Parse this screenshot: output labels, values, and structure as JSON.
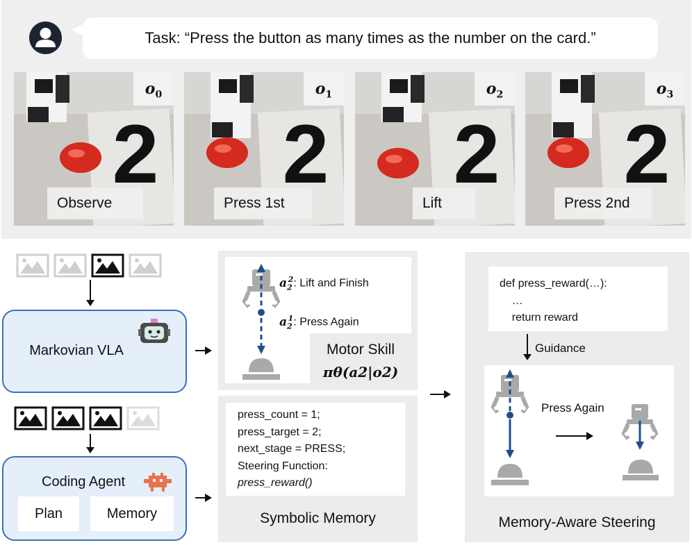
{
  "task": {
    "text": "Task: “Press the button as many times as the number on the card.”"
  },
  "frames": [
    {
      "obs": "O",
      "sub": "0",
      "label": "Observe",
      "card_number": "2"
    },
    {
      "obs": "O",
      "sub": "1",
      "label": "Press 1st",
      "card_number": "2"
    },
    {
      "obs": "O",
      "sub": "2",
      "label": "Lift",
      "card_number": "2"
    },
    {
      "obs": "O",
      "sub": "3",
      "label": "Press 2nd",
      "card_number": "2"
    }
  ],
  "vla": {
    "label": "Markovian VLA"
  },
  "agent": {
    "label": "Coding Agent",
    "plan": "Plan",
    "memory": "Memory"
  },
  "motor": {
    "a2_2_sym": "a",
    "a2_2_sub": "2",
    "a2_2_sup": "2",
    "a2_2_text": ": Lift and Finish",
    "a1_2_sym": "a",
    "a1_2_sub": "2",
    "a1_2_sup": "1",
    "a1_2_text": ": Press Again",
    "title": "Motor Skill",
    "policy": "πθ(a2|o2)"
  },
  "symbolic": {
    "lines": [
      "press_count = 1;",
      "press_target = 2;",
      "next_stage = PRESS;",
      "Steering Function:"
    ],
    "fn": "press_reward()",
    "caption": "Symbolic Memory"
  },
  "steering": {
    "code": [
      "def press_reward(…):",
      "    …",
      "    return reward"
    ],
    "guidance": "Guidance",
    "press_again": "Press Again",
    "caption": "Memory-Aware Steering"
  },
  "colors": {
    "panel": "#efefef",
    "box_fill": "#e5effa",
    "box_border": "#3b6fb6",
    "dashed_arrow": "#1f4e8c",
    "robot_gray": "#a9a9a9",
    "button_red": "#d42a1f"
  }
}
